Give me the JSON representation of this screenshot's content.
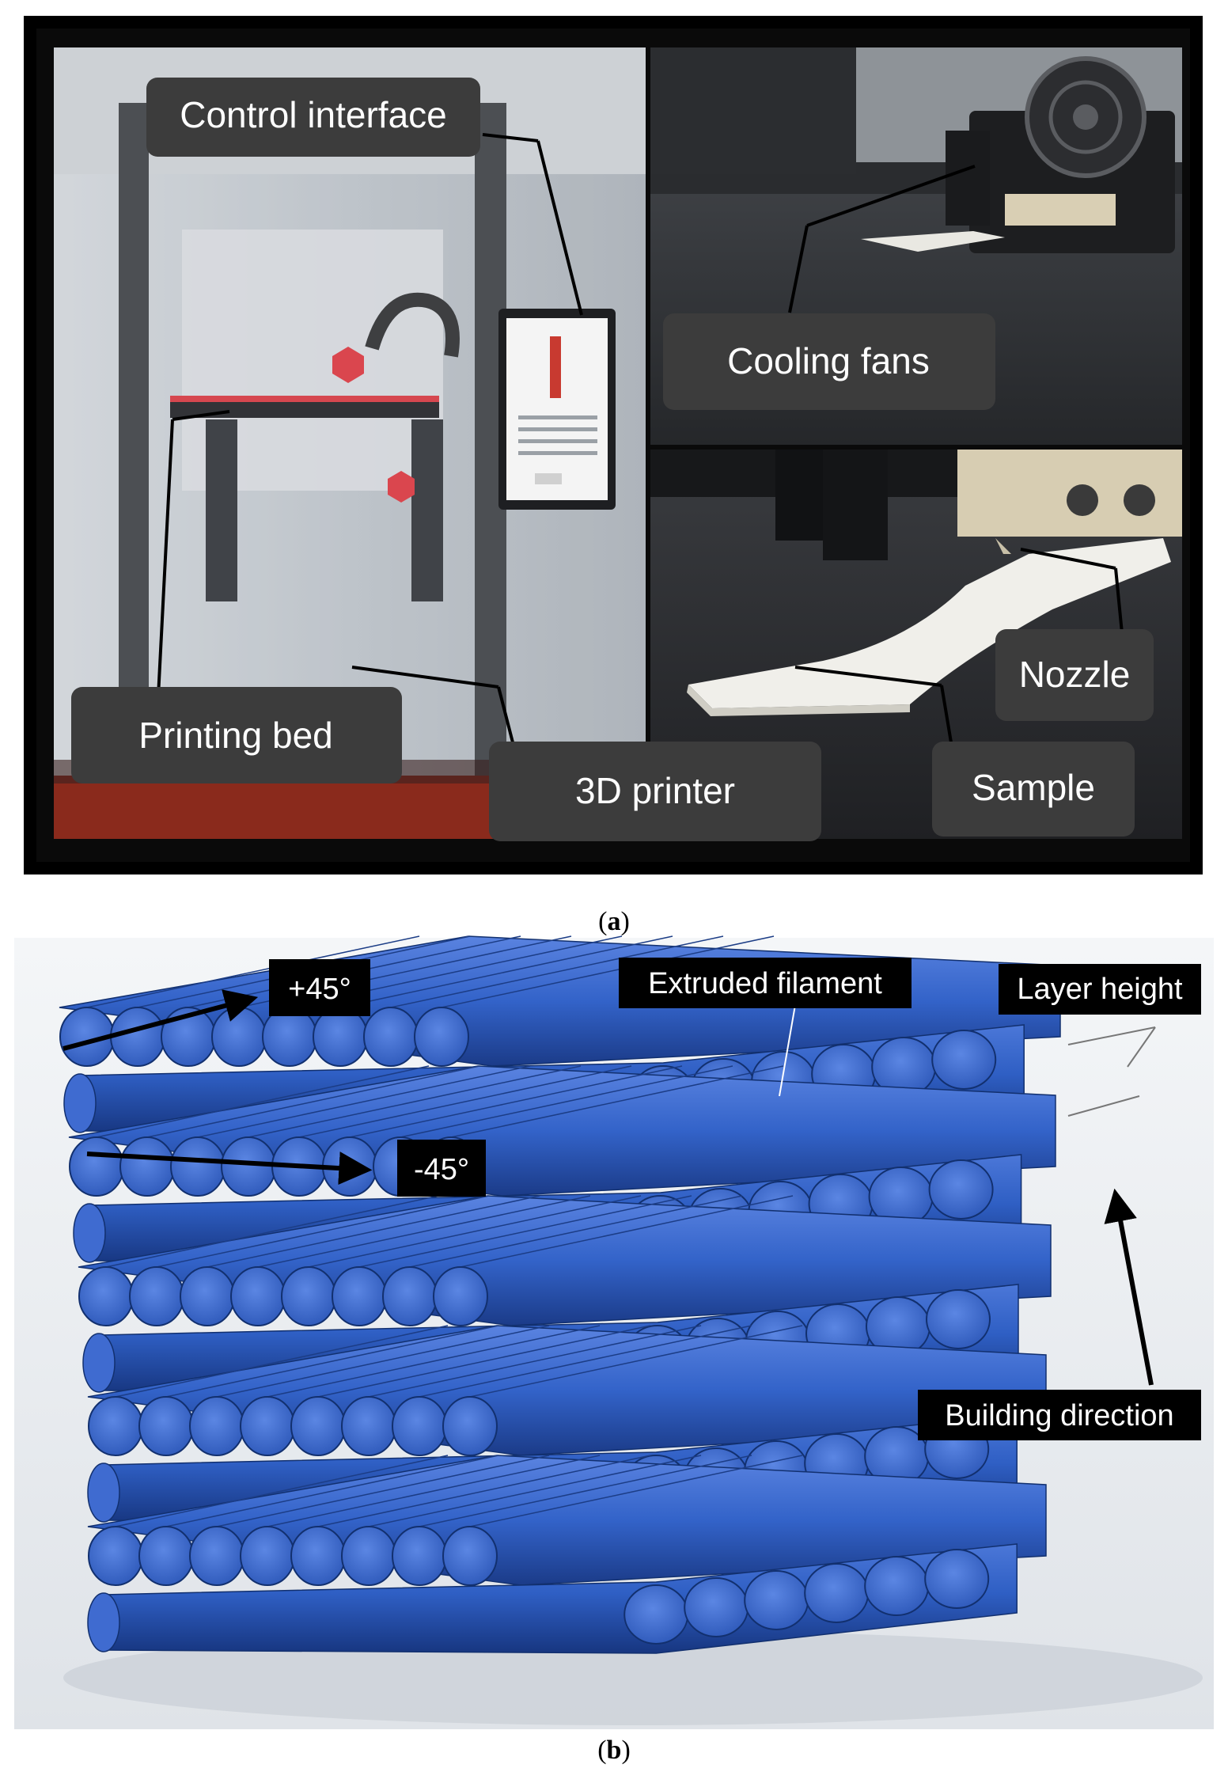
{
  "panel_a": {
    "label": "a",
    "callouts": {
      "control_interface": "Control interface",
      "cooling_fans": "Cooling fans",
      "printing_bed": "Printing bed",
      "printer_3d": "3D printer",
      "nozzle": "Nozzle",
      "sample": "Sample"
    },
    "colors": {
      "callout_fill": "#3c3c3c",
      "frame": "#000000",
      "floor": "#8a2a1c",
      "accent_red": "#e8333a"
    }
  },
  "panel_b": {
    "label": "b",
    "labels": {
      "plus45": "+45°",
      "minus45": "-45°",
      "extruded_filament": "Extruded filament",
      "layer_height": "Layer height",
      "building_direction": "Building direction"
    },
    "colors": {
      "filament": "#2f5fc4",
      "filament_dark": "#1a3b8c",
      "filament_end": "#4a74d6",
      "label_bg": "#000000",
      "label_text": "#ffffff"
    }
  }
}
